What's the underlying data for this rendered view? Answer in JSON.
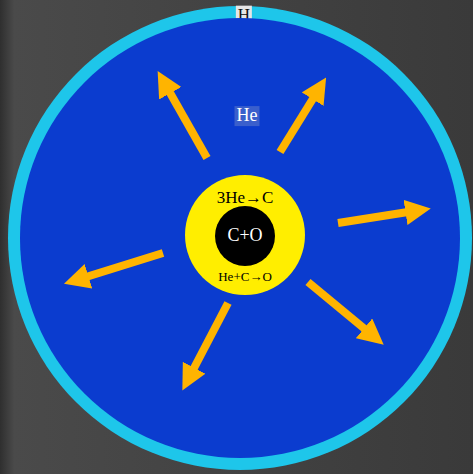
{
  "diagram": {
    "nodes": [
      {
        "text": [
          "H"
        ]
      },
      {
        "text": [
          "He"
        ],
        "in": 0
      },
      {
        "text": [
          "3He→C",
          "He+C→O"
        ],
        "in": 1
      },
      {
        "text": [
          "C+O"
        ],
        "in": 2
      }
    ]
  }
}
